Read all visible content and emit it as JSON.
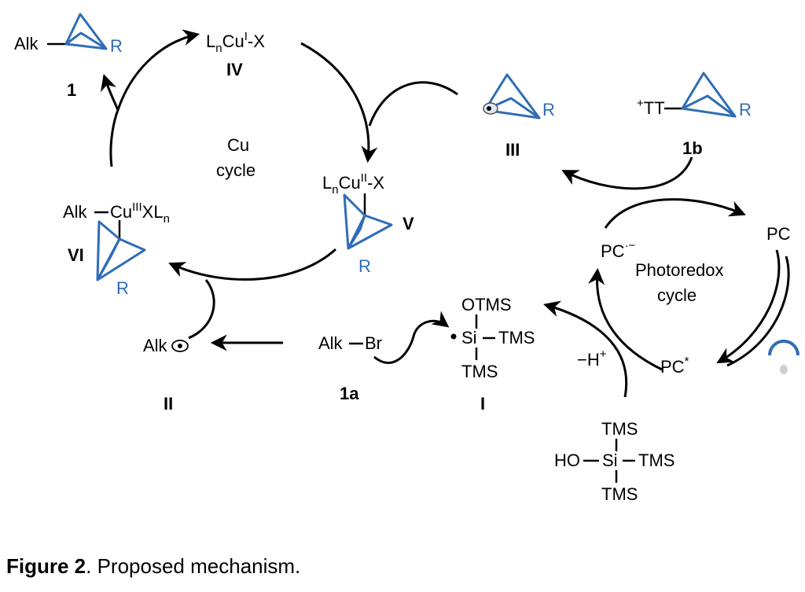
{
  "species": {
    "prod": {
      "pre": "Alk",
      "r": "R",
      "id": "1"
    },
    "cu1": {
      "a": "L",
      "b": "n",
      "c": "Cu",
      "d": "I",
      "e": "-X",
      "id": "IV"
    },
    "rad3": {
      "r": "R",
      "id": "III"
    },
    "tt": {
      "sup": "+",
      "txt": "TT",
      "r": "R",
      "id": "1b"
    },
    "cu2": {
      "a": "L",
      "b": "n",
      "c": "Cu",
      "d": "II",
      "e": "-X",
      "r": "R",
      "id": "V"
    },
    "cu3": {
      "a": "Alk",
      "c": "Cu",
      "d": "III",
      "e": "XL",
      "f": "n",
      "r": "R",
      "id": "VI"
    },
    "alkrad": {
      "txt": "Alk",
      "id": "II"
    },
    "alkbr": {
      "a": "Alk",
      "b": "Br",
      "id": "1a"
    },
    "silyl": {
      "top": "OTMS",
      "si": "Si",
      "right": "TMS",
      "bottom": "TMS",
      "id": "I"
    },
    "silanol": {
      "top": "TMS",
      "left": "HO",
      "si": "Si",
      "right": "TMS",
      "bottom": "TMS"
    },
    "pc": {
      "ground": "PC",
      "excited": "PC",
      "excited_sup": "*",
      "reduced": "PC",
      "reduced_sup": "·−"
    },
    "deprot": {
      "a": "−H",
      "b": "+"
    }
  },
  "cycles": {
    "cu_line1": "Cu",
    "cu_line2": "cycle",
    "photo_line1": "Photoredox",
    "photo_line2": "cycle"
  },
  "caption": {
    "label": "Figure 2",
    "text": ". Proposed mechanism."
  },
  "colors": {
    "ink": "#000000",
    "accent": "#2f6db5"
  },
  "icons": [
    "light-bulb-icon"
  ]
}
